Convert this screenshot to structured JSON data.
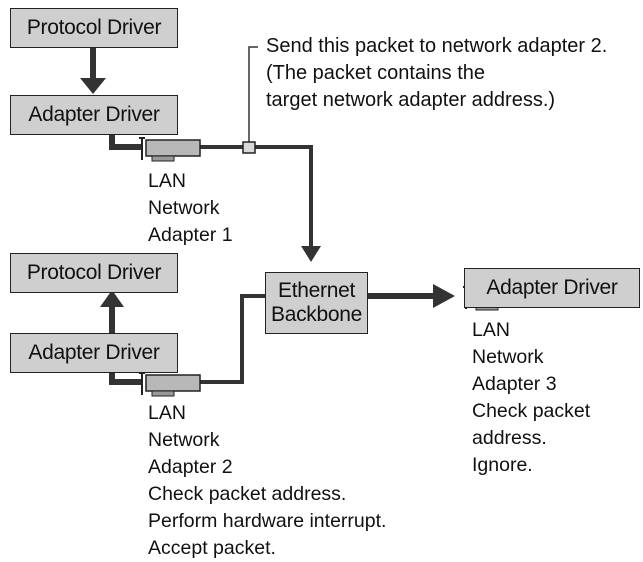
{
  "left_top": {
    "protocol_driver": "Protocol Driver",
    "adapter_driver": "Adapter Driver",
    "adapter_label": [
      "LAN",
      "Network",
      "Adapter 1"
    ]
  },
  "callout": [
    "Send this packet to network adapter 2.",
    "(The packet contains the",
    "target network adapter address.)"
  ],
  "left_bottom": {
    "protocol_driver": "Protocol Driver",
    "adapter_driver": "Adapter Driver",
    "adapter_label": [
      "LAN",
      "Network",
      "Adapter 2",
      "Check packet address.",
      "Perform hardware interrupt.",
      "Accept packet."
    ]
  },
  "backbone": {
    "line1": "Ethernet",
    "line2": "Backbone"
  },
  "right": {
    "adapter_driver": "Adapter Driver",
    "adapter_label": [
      "LAN",
      "Network",
      "Adapter 3",
      "Check packet",
      "address.",
      "Ignore."
    ]
  }
}
